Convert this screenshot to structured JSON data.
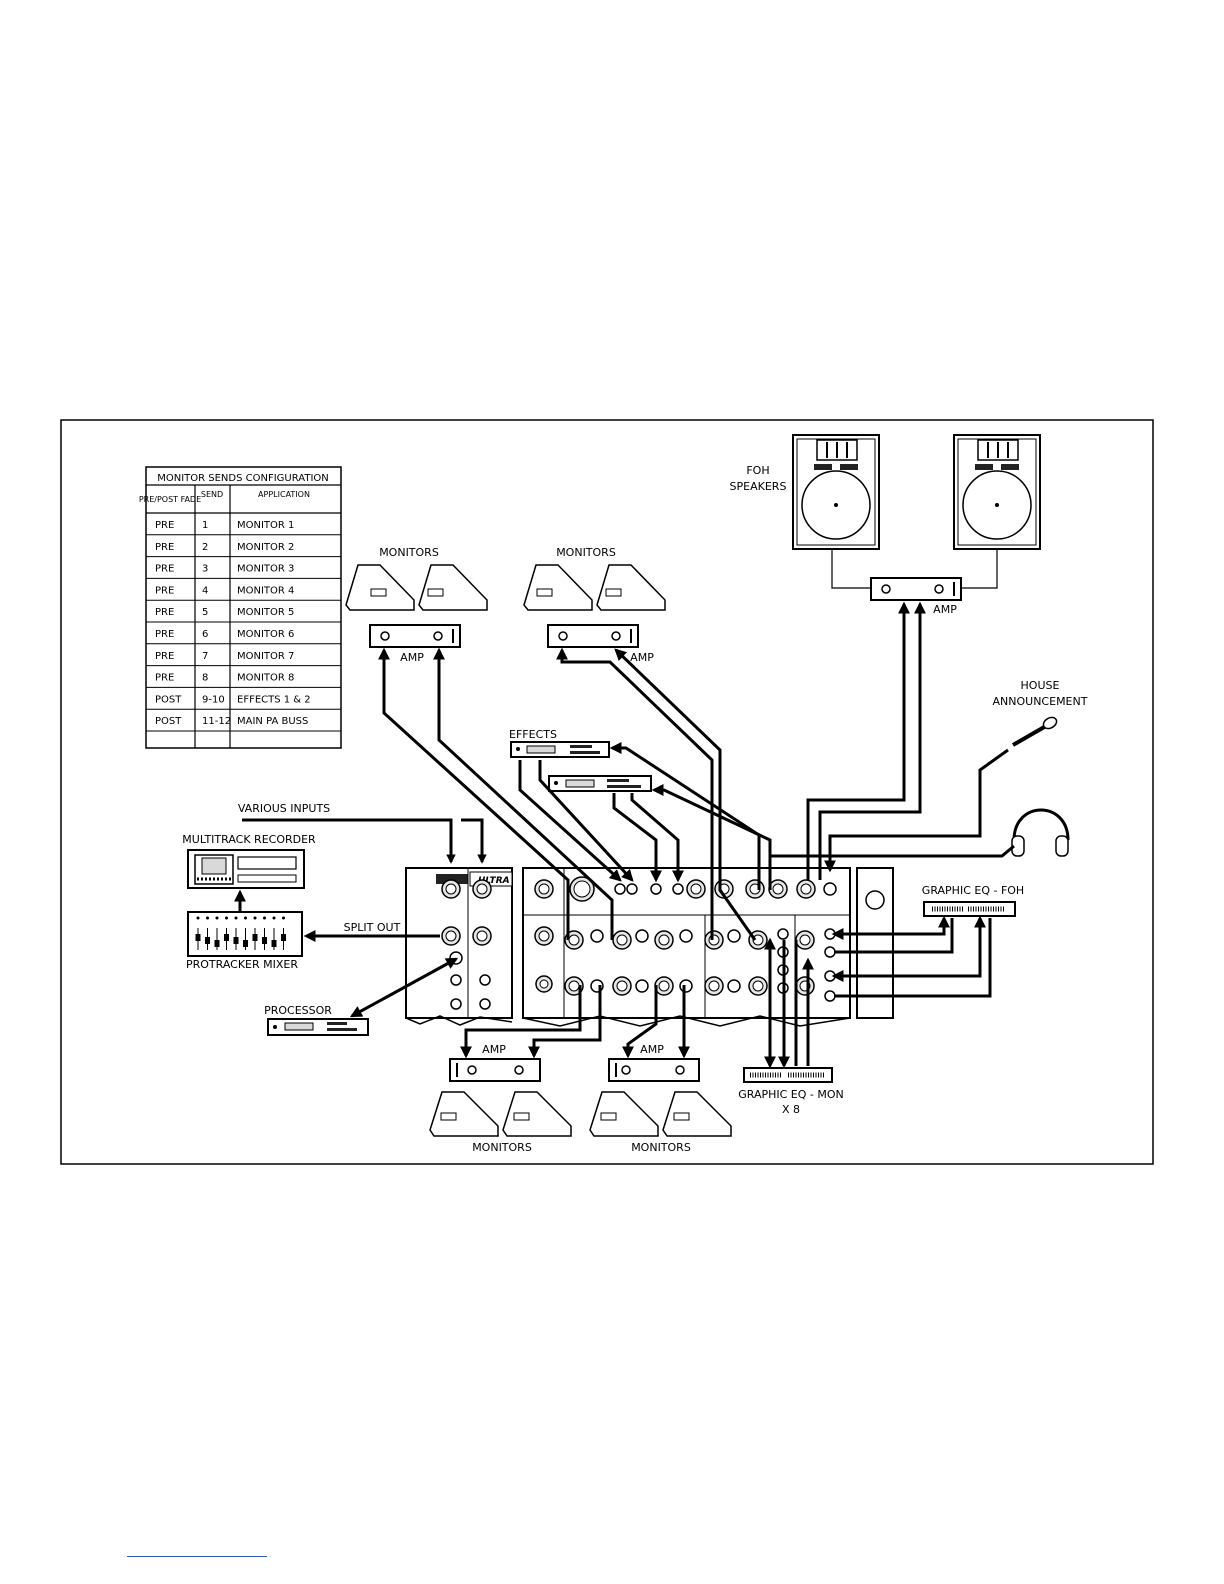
{
  "table": {
    "title": "MONITOR SENDS CONFIGURATION",
    "headers": [
      "PRE/POST FADE",
      "SEND",
      "APPLICATION"
    ],
    "rows": [
      [
        "PRE",
        "1",
        "MONITOR 1"
      ],
      [
        "PRE",
        "2",
        "MONITOR 2"
      ],
      [
        "PRE",
        "3",
        "MONITOR 3"
      ],
      [
        "PRE",
        "4",
        "MONITOR 4"
      ],
      [
        "PRE",
        "5",
        "MONITOR 5"
      ],
      [
        "PRE",
        "6",
        "MONITOR 6"
      ],
      [
        "PRE",
        "7",
        "MONITOR 7"
      ],
      [
        "PRE",
        "8",
        "MONITOR 8"
      ],
      [
        "POST",
        "9-10",
        "EFFECTS 1 & 2"
      ],
      [
        "POST",
        "11-12",
        "MAIN PA BUSS"
      ],
      [
        "",
        "",
        ""
      ]
    ]
  },
  "labels": {
    "monitors": "MONITORS",
    "amp": "AMP",
    "foh_speakers_1": "FOH",
    "foh_speakers_2": "SPEAKERS",
    "house_1": "HOUSE",
    "house_2": "ANNOUNCEMENT",
    "effects": "EFFECTS",
    "various_inputs": "VARIOUS INPUTS",
    "multitrack": "MULTITRACK RECORDER",
    "split_out": "SPLIT OUT",
    "protracker": "PROTRACKER MIXER",
    "processor": "PROCESSOR",
    "geq_foh": "GRAPHIC EQ - FOH",
    "geq_mon_1": "GRAPHIC EQ - MON",
    "geq_mon_2": "X 8",
    "brand": "ULTRA"
  }
}
